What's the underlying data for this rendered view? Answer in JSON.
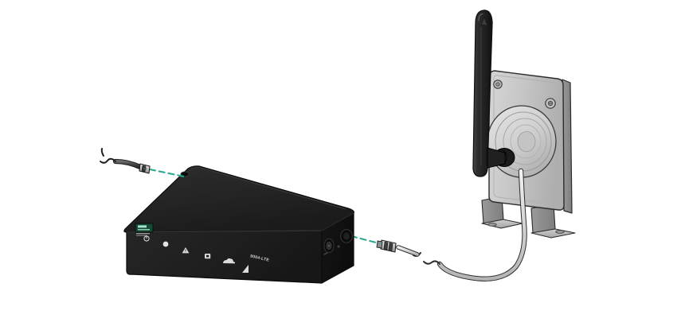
{
  "scene": {
    "title": "Antenna cable connection diagram",
    "background_color": "#ffffff",
    "alignment_line_color": "#2ba88f",
    "view": "isometric exploded assembly"
  },
  "device": {
    "name": "LTE gateway router",
    "body_color": "#1a1a1a",
    "top_color": "#232323",
    "front_color": "#202020",
    "side_color": "#121212",
    "model_label": "9004-LTE",
    "status_display": {
      "name": "status-lcd",
      "color": "#1c5e43",
      "accent_color": "#9fe6c8"
    },
    "front_indicators": [
      {
        "name": "power-indicator",
        "icon": "power-icon",
        "glyph": "power"
      },
      {
        "name": "status-indicator",
        "icon": "dot-icon",
        "glyph": "dot"
      },
      {
        "name": "alert-indicator",
        "icon": "warning-icon",
        "glyph": "triangle"
      },
      {
        "name": "network-indicator",
        "icon": "square-icon",
        "glyph": "square"
      },
      {
        "name": "cloud-indicator",
        "icon": "cloud-icon",
        "glyph": "cloud"
      },
      {
        "name": "signal-indicator",
        "icon": "signal-icon",
        "glyph": "signal"
      }
    ],
    "side_ports": [
      {
        "name": "power-port",
        "icon": "barrel-jack-icon"
      },
      {
        "name": "antenna-port",
        "icon": "sma-connector-icon"
      }
    ]
  },
  "antenna_assembly": {
    "name": "wall mount antenna bracket",
    "plate_color": "#c9c9c9",
    "plate_edge_color": "#2b2b2b",
    "antenna_color": "#262626",
    "parts": [
      {
        "name": "antenna-rod",
        "label": "antenna"
      },
      {
        "name": "mount-plate",
        "label": "mounting plate"
      },
      {
        "name": "dome-boss",
        "label": "cable boss"
      },
      {
        "name": "mount-screw-top-left",
        "label": "screw"
      },
      {
        "name": "mount-screw-top-right",
        "label": "screw"
      },
      {
        "name": "bracket-foot-left",
        "label": "bracket foot"
      },
      {
        "name": "bracket-foot-right",
        "label": "bracket foot"
      }
    ]
  },
  "cables": [
    {
      "name": "upper-antenna-cable",
      "connector": "sma-male-connector",
      "color": "#3a3a3a",
      "target_port": "top antenna port"
    },
    {
      "name": "lower-antenna-cable",
      "connector": "sma-male-connector",
      "color": "#d8d8d8",
      "target_port": "side antenna port"
    }
  ],
  "alignment_guides": [
    {
      "name": "upper-alignment-line",
      "style": "dashed",
      "color": "#2ba88f"
    },
    {
      "name": "lower-alignment-line",
      "style": "dashed",
      "color": "#2ba88f"
    }
  ]
}
